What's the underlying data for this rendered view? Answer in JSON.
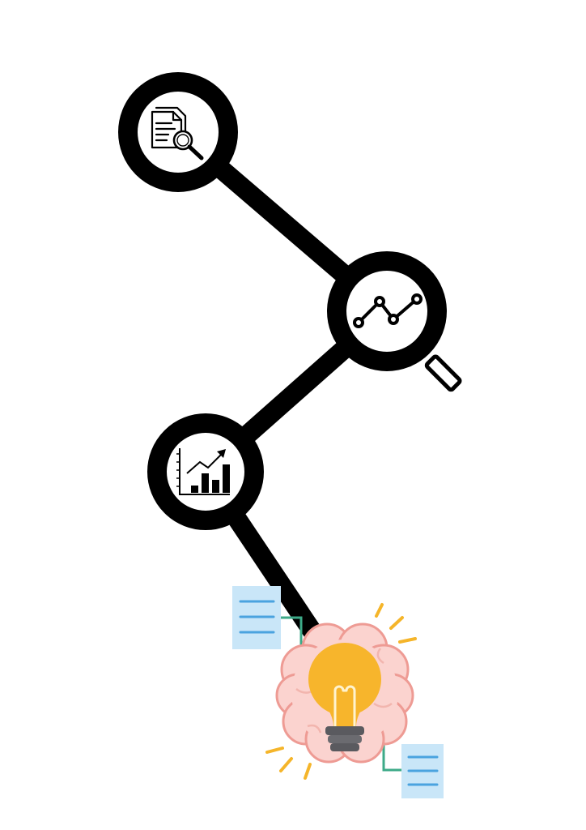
{
  "diagram": {
    "colors": {
      "line": "#000000",
      "node_fill": "#ffffff",
      "brain_fill": "#fbd3cf",
      "brain_stroke": "#ee9b94",
      "bulb": "#f7b52c",
      "bulb_base": "#5a5a5f",
      "rays": "#f5b52a",
      "doc_fill": "#c9e6f8",
      "doc_lines": "#4aa3df",
      "connector": "#3daa88"
    },
    "nodes": [
      {
        "id": "research",
        "icon": "document-magnifier-icon"
      },
      {
        "id": "analysis",
        "icon": "line-graph-magnifier-icon"
      },
      {
        "id": "growth",
        "icon": "bar-chart-growth-icon"
      },
      {
        "id": "insight",
        "icon": "brain-lightbulb-icon"
      }
    ]
  }
}
